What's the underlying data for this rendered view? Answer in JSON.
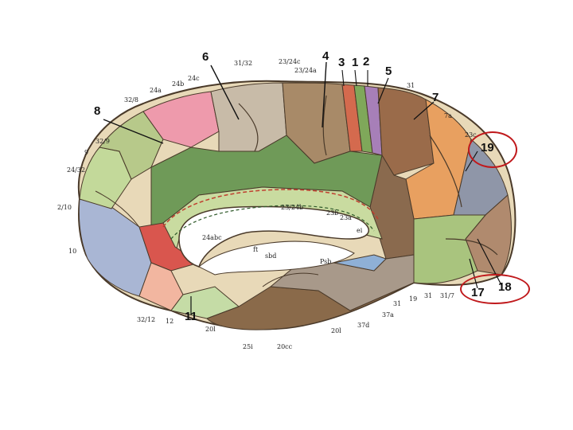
{
  "diagram": {
    "colors": {
      "outline": "#4a3a2a",
      "ring": "#c0191c",
      "background": "#ffffff"
    },
    "big_labels": {
      "l6": "6",
      "l4": "4",
      "l3": "3",
      "l1": "1",
      "l2": "2",
      "l5": "5",
      "l7": "7",
      "l8": "8",
      "l19": "19",
      "l17": "17",
      "l18": "18",
      "l11": "11"
    },
    "small_labels": {
      "a31_32": "31/32",
      "a23_24c": "23/24c",
      "a23_24a": "23/24a",
      "a24c": "24c",
      "a24b": "24b",
      "a24a": "24a",
      "a32_8": "32/8",
      "a31_top": "31",
      "a7a": "7a",
      "a23c": "23c",
      "a32_9": "32/9",
      "a9": "9",
      "a24_32": "24/32",
      "a2_10": "2/10",
      "a10": "10",
      "a23_24b": "23/24b",
      "a23b": "23b",
      "a23a": "23a",
      "aei": "ei",
      "a24abc": "24abc",
      "aft": "ft",
      "asbd": "sbd",
      "apsb": "Psb",
      "a32_12": "32/12",
      "a12": "12",
      "a20l_left": "20l",
      "a25i": "25i",
      "a20cc": "20cc",
      "a20l_mid": "20l",
      "a37d": "37d",
      "a37a": "37a",
      "a31_bottom": "31",
      "a19_bottom": "19",
      "a31_b2": "31",
      "a31_7": "31/7"
    }
  }
}
